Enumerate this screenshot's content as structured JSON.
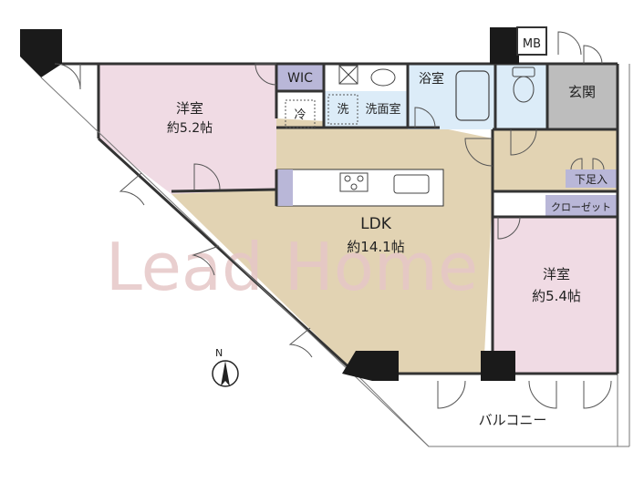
{
  "watermark": "Lead Home",
  "rooms": {
    "western_nw": {
      "label": "洋室",
      "size": "約5.2帖"
    },
    "wic": {
      "label": "WIC"
    },
    "refrigerator": {
      "label": "冷"
    },
    "washer": {
      "label": "洗"
    },
    "washroom": {
      "label": "洗面室"
    },
    "bathroom": {
      "label": "浴室"
    },
    "mb": {
      "label": "MB"
    },
    "entrance": {
      "label": "玄関"
    },
    "shoe_storage": {
      "label": "下足入"
    },
    "closet": {
      "label": "クローゼット"
    },
    "ldk": {
      "label": "LDK",
      "size": "約14.1帖"
    },
    "western_e": {
      "label": "洋室",
      "size": "約5.4帖"
    },
    "balcony": {
      "label": "バルコニー"
    }
  },
  "compass": {
    "label": "N"
  },
  "colors": {
    "western_room": "#f0dbe4",
    "ldk": "#e2d3b3",
    "storage": "#b9b7d8",
    "entrance": "#bdbdbd",
    "wet_area": "#dcecf8",
    "wall": "#1a1a1a",
    "watermark": "#e6c7c7"
  }
}
